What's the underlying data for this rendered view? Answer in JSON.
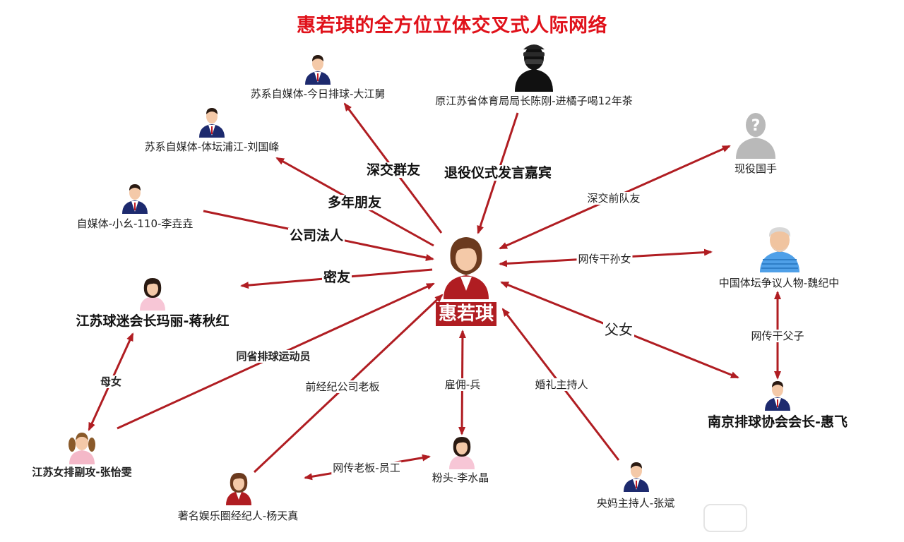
{
  "title": "惠若琪的全方位立体交叉式人际网络",
  "colors": {
    "title": "#e0111a",
    "arrow": "#b01d22",
    "center_label_bg": "#b01d22",
    "suit": "#1d2a6e",
    "female_hair": "#6b3a1e"
  },
  "center": {
    "name": "惠若琪",
    "icon": "female-suit-icon"
  },
  "nodes": [
    {
      "id": "dajiangjiu",
      "label": "苏系自媒体-今日排球-大江舅",
      "icon": "male-suit-icon"
    },
    {
      "id": "chengang",
      "label": "原江苏省体育局局长陈刚-进橘子喝12年茶",
      "icon": "masked-person-icon"
    },
    {
      "id": "liuguofeng",
      "label": "苏系自媒体-体坛浦江-刘国峰",
      "icon": "male-suit-icon"
    },
    {
      "id": "liyaoyao",
      "label": "自媒体-小幺-110-李垚垚",
      "icon": "male-suit-icon"
    },
    {
      "id": "xianyi",
      "label": "现役国手",
      "icon": "unknown-person-icon"
    },
    {
      "id": "weijizhong",
      "label": "中国体坛争议人物-魏纪中",
      "icon": "elderly-man-icon"
    },
    {
      "id": "jiangqiuhong",
      "label": "江苏球迷会长玛丽-蒋秋红",
      "icon": "female-pink-icon"
    },
    {
      "id": "zhangyiwen",
      "label": "江苏女排副攻-张怡雯",
      "icon": "girl-pigtails-icon"
    },
    {
      "id": "yangtianzhen",
      "label": "著名娱乐圈经纪人-杨天真",
      "icon": "female-suit-icon"
    },
    {
      "id": "lishuijing",
      "label": "粉头-李水晶",
      "icon": "female-pink-icon"
    },
    {
      "id": "zhangbin",
      "label": "央妈主持人-张斌",
      "icon": "male-suit-icon"
    },
    {
      "id": "huifei",
      "label": "南京排球协会会长-惠飞",
      "icon": "male-suit-icon"
    }
  ],
  "edges": [
    {
      "from": "center",
      "to": "dajiangjiu",
      "label": "深交群友"
    },
    {
      "from": "chengang",
      "to": "center",
      "label": "退役仪式发言嘉宾"
    },
    {
      "from": "center",
      "to": "liuguofeng",
      "label": "多年朋友"
    },
    {
      "from": "liyaoyao",
      "to": "center",
      "label": "公司法人"
    },
    {
      "from": "center",
      "to": "jiangqiuhong",
      "label": "密友"
    },
    {
      "from": "center",
      "to": "xianyi",
      "label": "深交前队友"
    },
    {
      "from": "center",
      "to": "weijizhong",
      "label": "网传干孙女"
    },
    {
      "from": "center",
      "to": "huifei",
      "label": "父女"
    },
    {
      "from": "weijizhong",
      "to": "huifei",
      "label": "网传干父子"
    },
    {
      "from": "jiangqiuhong",
      "to": "zhangyiwen",
      "label": "母女"
    },
    {
      "from": "zhangyiwen",
      "to": "center",
      "label": "同省排球运动员"
    },
    {
      "from": "yangtianzhen",
      "to": "center",
      "label": "前经纪公司老板"
    },
    {
      "from": "center",
      "to": "lishuijing",
      "label": "雇佣-兵"
    },
    {
      "from": "zhangbin",
      "to": "center",
      "label": "婚礼主持人"
    },
    {
      "from": "yangtianzhen",
      "to": "lishuijing",
      "label": "网传老板-员工"
    }
  ]
}
